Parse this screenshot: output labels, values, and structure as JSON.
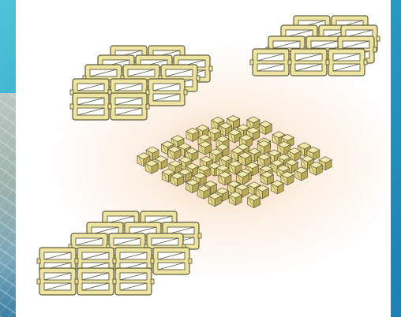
{
  "background": {
    "frame_color": "#2a9fc4",
    "canvas_color": "#ffffff",
    "glow_color": "#f5c496",
    "map_label": ""
  },
  "illustration": {
    "subject": "framework-blocks-and-cube-cluster",
    "block_fill": "#eee5a3",
    "block_stroke": "#5f5a3a",
    "cube_fill": "#e8db8a",
    "cube_shadow": "#b9a957",
    "groups": [
      {
        "name": "framework-block-top-left"
      },
      {
        "name": "framework-block-top-right"
      },
      {
        "name": "framework-block-bottom-left"
      },
      {
        "name": "cube-cluster-center"
      }
    ]
  }
}
